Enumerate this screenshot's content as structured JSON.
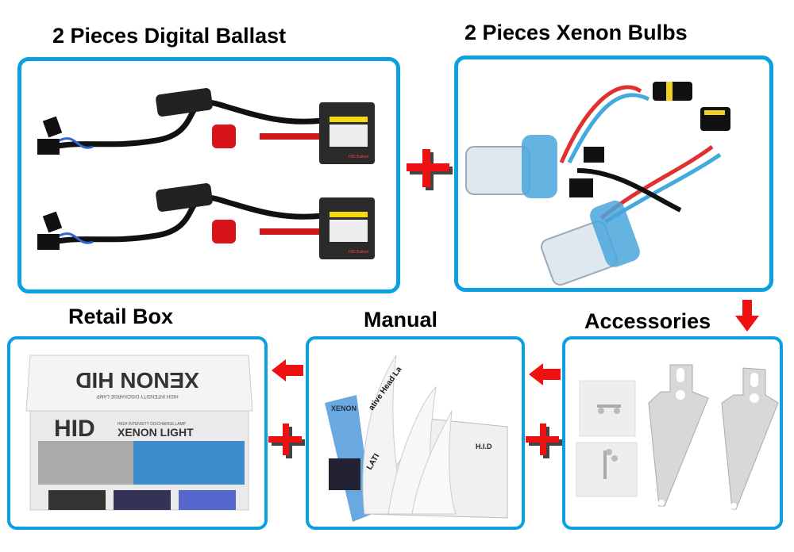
{
  "sections": {
    "ballast": {
      "title": "2 Pieces Digital Ballast",
      "label": "HID Ballast"
    },
    "bulbs": {
      "title": "2 Pieces Xenon Bulbs"
    },
    "retail_box": {
      "title": "Retail Box",
      "top_brand": "XENON HID",
      "top_sub": "HIGH INTENSITY DISCHARGE LAMP",
      "front_hid": "HID",
      "front_sub": "HIGH INTENSITY DISCHARGE LAMP",
      "front_brand": "XENON LIGHT"
    },
    "manual": {
      "title": "Manual",
      "cover_text": "XENON",
      "page_text": "ative Head La",
      "page_label": "LATI",
      "hid_label": "H.I.D"
    },
    "accessories": {
      "title": "Accessories"
    }
  },
  "colors": {
    "border": "#0aa0e2",
    "accent_red": "#ee1111",
    "shadow": "#444444"
  },
  "icons": [
    "plus-icon",
    "arrow-left-icon",
    "arrow-down-icon"
  ]
}
